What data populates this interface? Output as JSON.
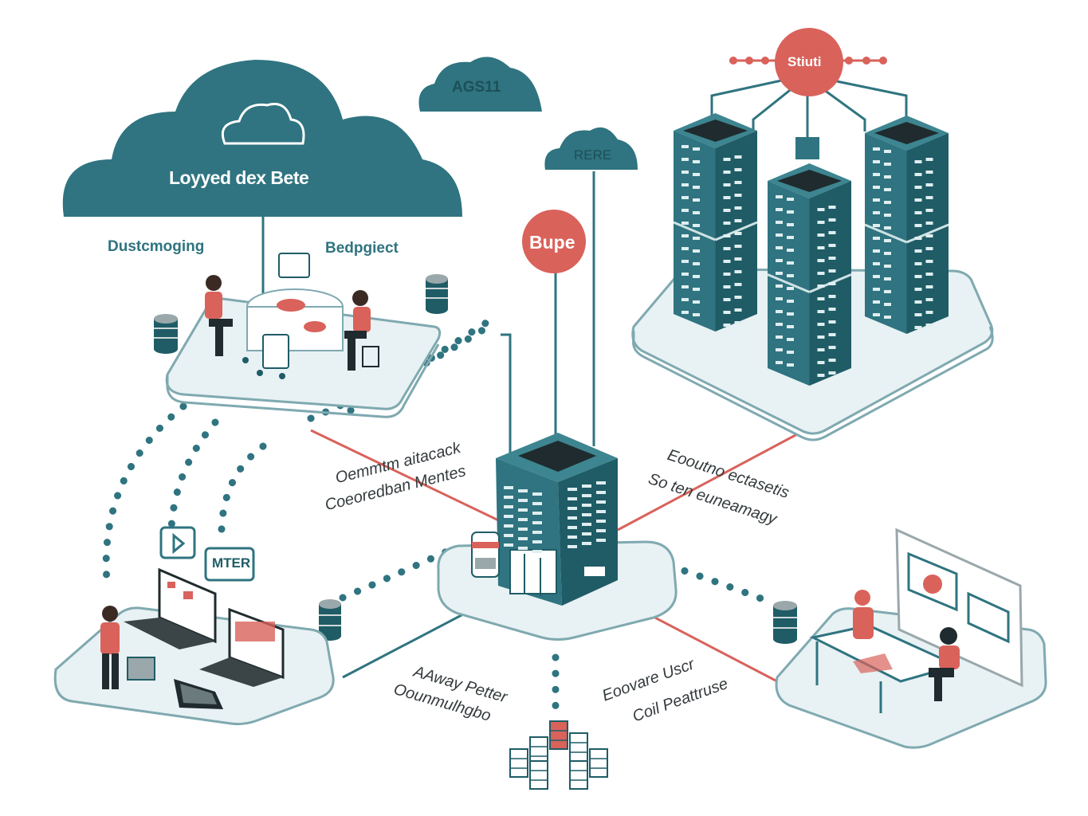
{
  "colors": {
    "teal": "#2f7480",
    "teal_dark": "#1f5c66",
    "coral": "#d9625b",
    "platform": "#e8f1f3",
    "platform_edge": "#7fa9b0"
  },
  "cloud": {
    "title": "Loyyed dex Bete",
    "icon": "cloud-icon"
  },
  "small_clouds": {
    "ags": "AGS11",
    "rere": "RERE"
  },
  "badges": {
    "bupe": "Bupe",
    "stiuti": "Stiuti"
  },
  "labels": {
    "dustcmoging": "Dustcmoging",
    "bedpgiect": "Bedpgiect",
    "mter": "MTER",
    "left_note_1": "Oemmtm aitacack",
    "left_note_2": "Coeoredban Mentes",
    "right_note_1": "Eooutno ectasetis",
    "right_note_2": "So ten euneamagy",
    "bottom_left_1": "AAway Petter",
    "bottom_left_2": "Oounmulhgbo",
    "bottom_right_1": "Eoovare Uscr",
    "bottom_right_2": "Coil Peattruse"
  }
}
